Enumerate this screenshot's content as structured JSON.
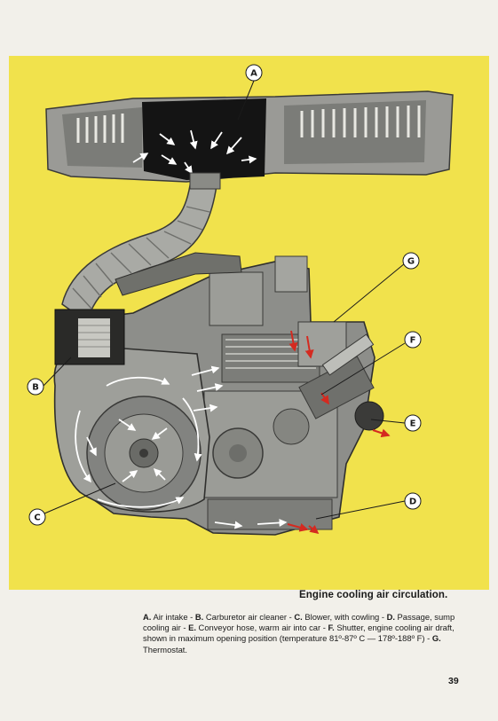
{
  "figure": {
    "callouts": [
      {
        "id": "A",
        "letter": "A"
      },
      {
        "id": "B",
        "letter": "B"
      },
      {
        "id": "C",
        "letter": "C"
      },
      {
        "id": "D",
        "letter": "D"
      },
      {
        "id": "E",
        "letter": "E"
      },
      {
        "id": "F",
        "letter": "F"
      },
      {
        "id": "G",
        "letter": "G"
      }
    ],
    "colors": {
      "background": "#f1e24c",
      "engine": "#8d8e8a",
      "airflow": "#ffffff",
      "warm_air": "#d42a20"
    }
  },
  "caption": {
    "title": "Engine cooling air circulation.",
    "items": [
      {
        "key": "A.",
        "text": " Air intake - "
      },
      {
        "key": "B.",
        "text": " Carburetor air cleaner - "
      },
      {
        "key": "C.",
        "text": " Blower, with cowling - "
      },
      {
        "key": "D.",
        "text": " Passage, sump cooling air - "
      },
      {
        "key": "E.",
        "text": " Conveyor hose, warm air into car - "
      },
      {
        "key": "F.",
        "text": " Shutter, engine cooling air draft, shown in maximum opening position (temperature 81º-87º C — 178º-188º F) - "
      },
      {
        "key": "G.",
        "text": " Thermostat."
      }
    ]
  },
  "page_number": "39"
}
